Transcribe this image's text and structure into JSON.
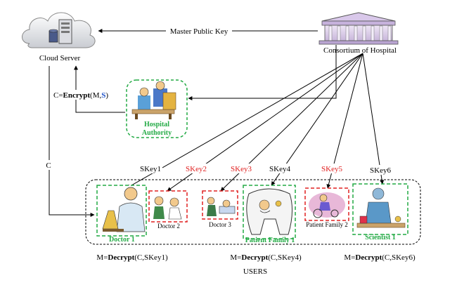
{
  "nodes": {
    "cloud_server": "Cloud Server",
    "consortium": "Consortium of Hospital",
    "authority_line1": "Hospital",
    "authority_line2": "Authority",
    "users": "USERS"
  },
  "edges": {
    "master_public_key": "Master Public Key",
    "c": "C"
  },
  "encrypt": {
    "prefix": "C=",
    "fn": "Encrypt",
    "open": "(M,",
    "arg": "S",
    "close": ")"
  },
  "keys": [
    {
      "label": "SKey1",
      "color": "#000000"
    },
    {
      "label": "SKey2",
      "color": "#e02020"
    },
    {
      "label": "SKey3",
      "color": "#e02020"
    },
    {
      "label": "SKey4",
      "color": "#000000"
    },
    {
      "label": "SKey5",
      "color": "#e02020"
    },
    {
      "label": "SKey6",
      "color": "#000000"
    }
  ],
  "user_cards": [
    {
      "label": "Doctor 1",
      "border": "#22aa44"
    },
    {
      "label": "Doctor 2",
      "border": "#e02020"
    },
    {
      "label": "Doctor 3",
      "border": "#e02020"
    },
    {
      "label": "Patient Family 1",
      "border": "#22aa44"
    },
    {
      "label": "Patient Family 2",
      "border": "#e02020"
    },
    {
      "label": "Scientist 1",
      "border": "#22aa44"
    }
  ],
  "decrypts": [
    {
      "prefix": "M=",
      "fn": "Decrypt",
      "args": "(C,SKey1)"
    },
    {
      "prefix": "M=",
      "fn": "Decrypt",
      "args": "(C,SKey4)"
    },
    {
      "prefix": "M=",
      "fn": "Decrypt",
      "args": "(C,SKey6)"
    }
  ]
}
